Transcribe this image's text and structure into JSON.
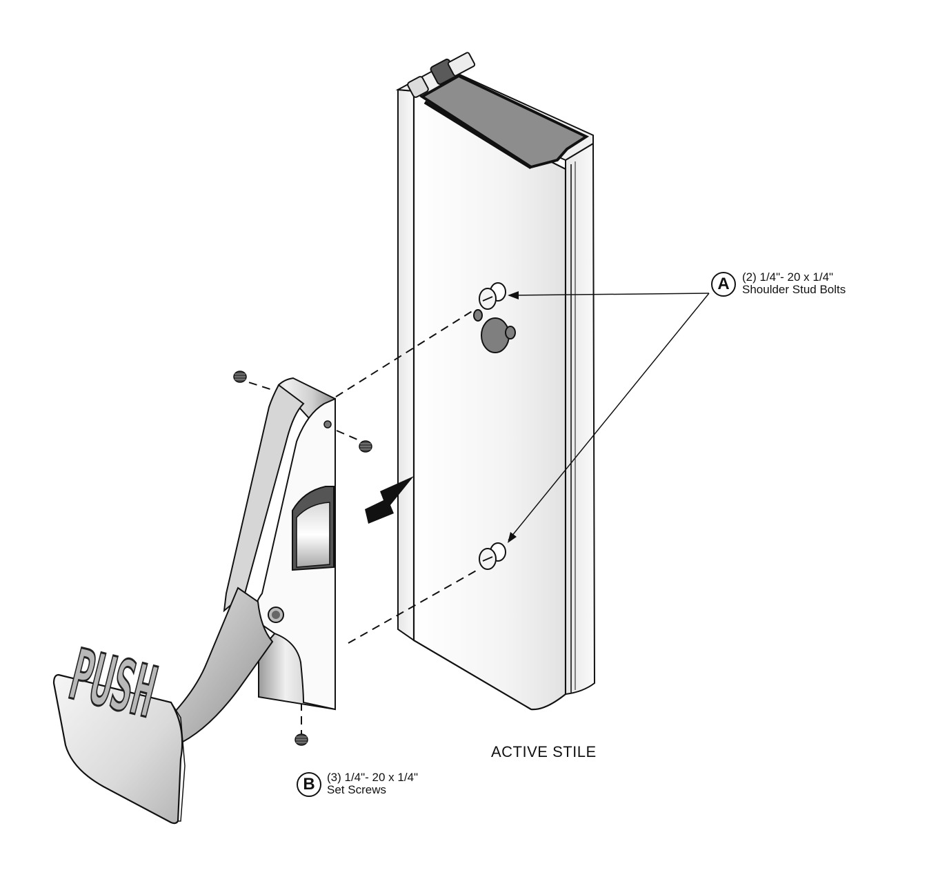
{
  "callouts": {
    "a": {
      "letter": "A",
      "line1": "(2) 1/4\"- 20 x 1/4\"",
      "line2": "Shoulder Stud Bolts"
    },
    "b": {
      "letter": "B",
      "line1": "(3) 1/4\"- 20 x 1/4\"",
      "line2": "Set Screws"
    }
  },
  "stile_label": "ACTIVE STILE",
  "paddle_text": "PUSH",
  "colors": {
    "line": "#111111",
    "metal_light": "#f2f2f2",
    "metal_mid": "#c8c8c8",
    "metal_dark": "#8a8a8a"
  }
}
